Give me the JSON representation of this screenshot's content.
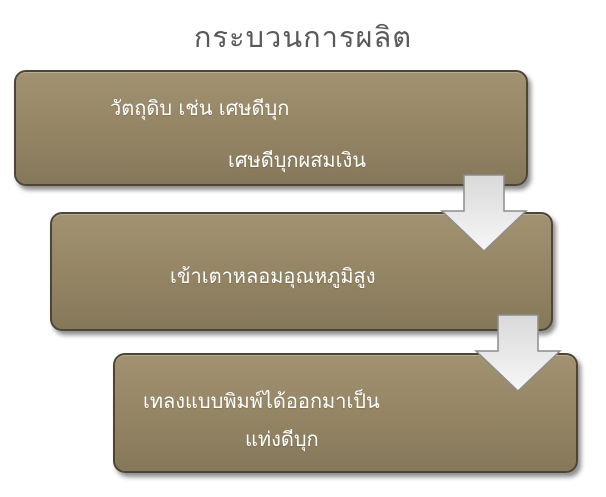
{
  "title": "กระบวนการผลิต",
  "steps": [
    {
      "lines": [
        "วัตถุดิบ เช่น เศษดีบุก",
        "เศษดีบุกผสมเงิน"
      ]
    },
    {
      "lines": [
        "เข้าเตาหลอมอุณหภูมิสูง"
      ]
    },
    {
      "lines": [
        "เทลงแบบพิมพ์ได้ออกมาเป็น",
        "แท่งดีบุก"
      ]
    }
  ],
  "colors": {
    "box_fill": "#938463",
    "box_border": "#4d4535",
    "arrow_fill": "#f2f2f2",
    "arrow_stroke": "#8c8c8c",
    "title": "#595959"
  },
  "icons": [
    "down-arrow-icon",
    "down-arrow-icon"
  ]
}
